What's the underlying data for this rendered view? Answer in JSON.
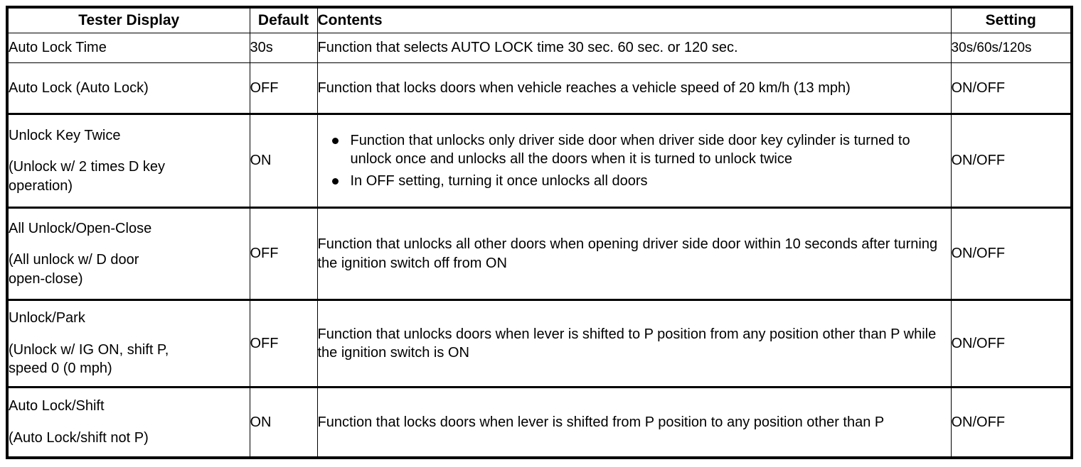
{
  "table": {
    "headers": {
      "display": "Tester Display",
      "default": "Default",
      "contents": "Contents",
      "setting": "Setting"
    },
    "rows": [
      {
        "display_main": "Auto Lock Time",
        "display_sub": "",
        "display_sub2": "",
        "default": "30s",
        "contents_text": "Function that selects AUTO LOCK time 30 sec. 60 sec. or 120 sec.",
        "contents_bullets": [],
        "setting": "30s/60s/120s"
      },
      {
        "display_main": "Auto Lock (Auto Lock)",
        "display_sub": "",
        "display_sub2": "",
        "default": "OFF",
        "contents_text": "Function that locks doors when vehicle reaches a vehicle speed of 20 km/h (13 mph)",
        "contents_bullets": [],
        "setting": "ON/OFF"
      },
      {
        "display_main": "Unlock Key Twice",
        "display_sub": "(Unlock w/ 2 times D key",
        "display_sub2": "operation)",
        "default": "ON",
        "contents_text": "",
        "contents_bullets": [
          "Function that unlocks only driver side door when driver side door key cylinder is turned to unlock once and unlocks all the doors when it is turned to unlock twice",
          "In OFF setting, turning it once unlocks all doors"
        ],
        "setting": "ON/OFF"
      },
      {
        "display_main": "All Unlock/Open-Close",
        "display_sub": "(All unlock w/ D door",
        "display_sub2": "open-close)",
        "default": "OFF",
        "contents_text": "Function that unlocks all other doors when opening driver side door within 10 seconds after turning the ignition switch off from ON",
        "contents_bullets": [],
        "setting": "ON/OFF"
      },
      {
        "display_main": "Unlock/Park",
        "display_sub": "(Unlock w/ IG ON, shift P,",
        "display_sub2": "speed 0 (0 mph)",
        "default": "OFF",
        "contents_text": "Function that unlocks doors when lever is shifted to P position from any position other than P while the ignition switch is ON",
        "contents_bullets": [],
        "setting": "ON/OFF"
      },
      {
        "display_main": "Auto Lock/Shift",
        "display_sub": "(Auto Lock/shift not P)",
        "display_sub2": "",
        "default": "ON",
        "contents_text": "Function that locks doors when lever is shifted from P position to any position other than P",
        "contents_bullets": [],
        "setting": "ON/OFF"
      }
    ]
  }
}
